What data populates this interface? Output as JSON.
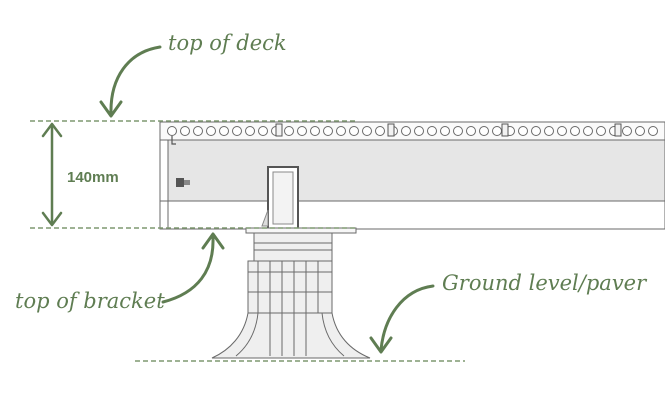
{
  "labels": {
    "top_of_deck": "top of deck",
    "dimension": "140mm",
    "top_of_bracket": "top of bracket",
    "ground_level": "Ground level/paver"
  },
  "colors": {
    "annotation": "#5f7d52",
    "outline": "#6a6a6a",
    "deck_face": "#e6e6e6",
    "board_top": "#fafafa",
    "pedestal": "#efefef"
  }
}
